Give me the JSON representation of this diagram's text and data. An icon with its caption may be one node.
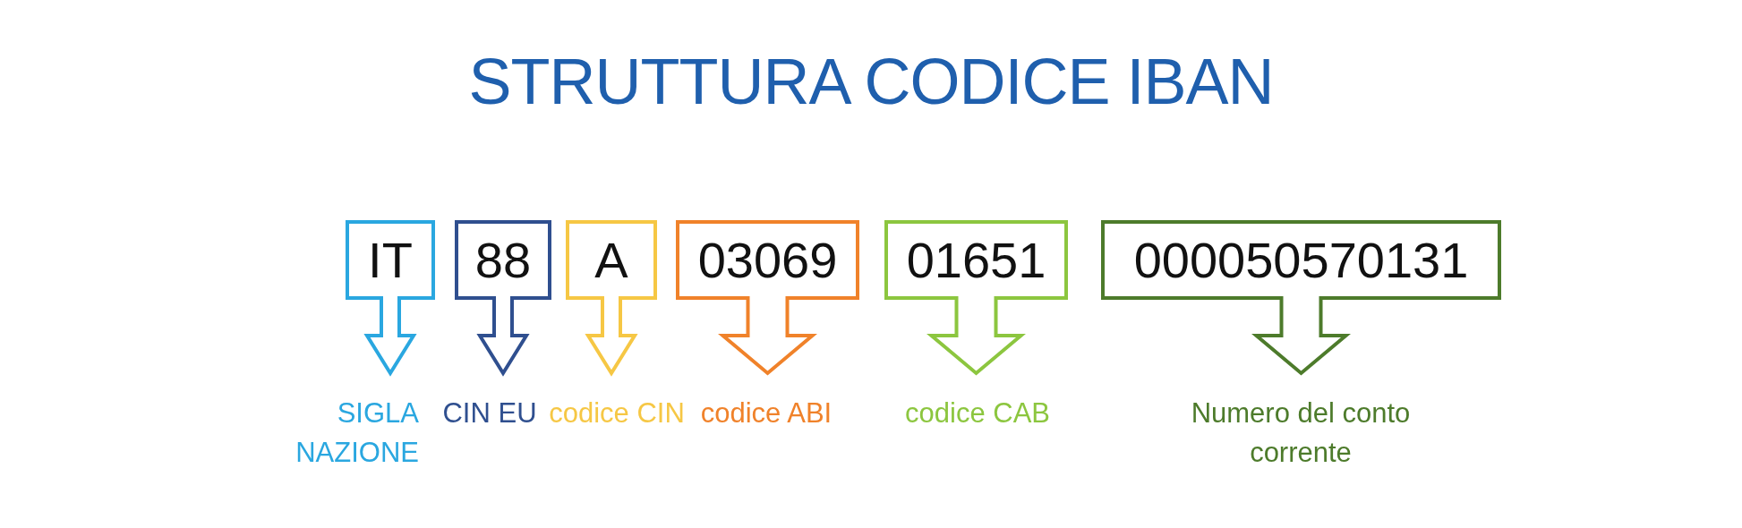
{
  "diagram": {
    "title": "STRUTTURA CODICE IBAN",
    "nodes": [
      {
        "text": [
          "IT"
        ],
        "beside": [
          "SIGLA NAZIONE"
        ]
      },
      {
        "text": [
          "88"
        ],
        "beside": [
          "CIN EU"
        ]
      },
      {
        "text": [
          "A"
        ],
        "beside": [
          "codice CIN"
        ]
      },
      {
        "text": [
          "03069"
        ],
        "beside": [
          "codice ABI"
        ]
      },
      {
        "text": [
          "01651"
        ],
        "beside": [
          "codice CAB"
        ]
      },
      {
        "text": [
          "000050570131"
        ],
        "beside": [
          "Numero del conto corrente"
        ]
      }
    ]
  }
}
